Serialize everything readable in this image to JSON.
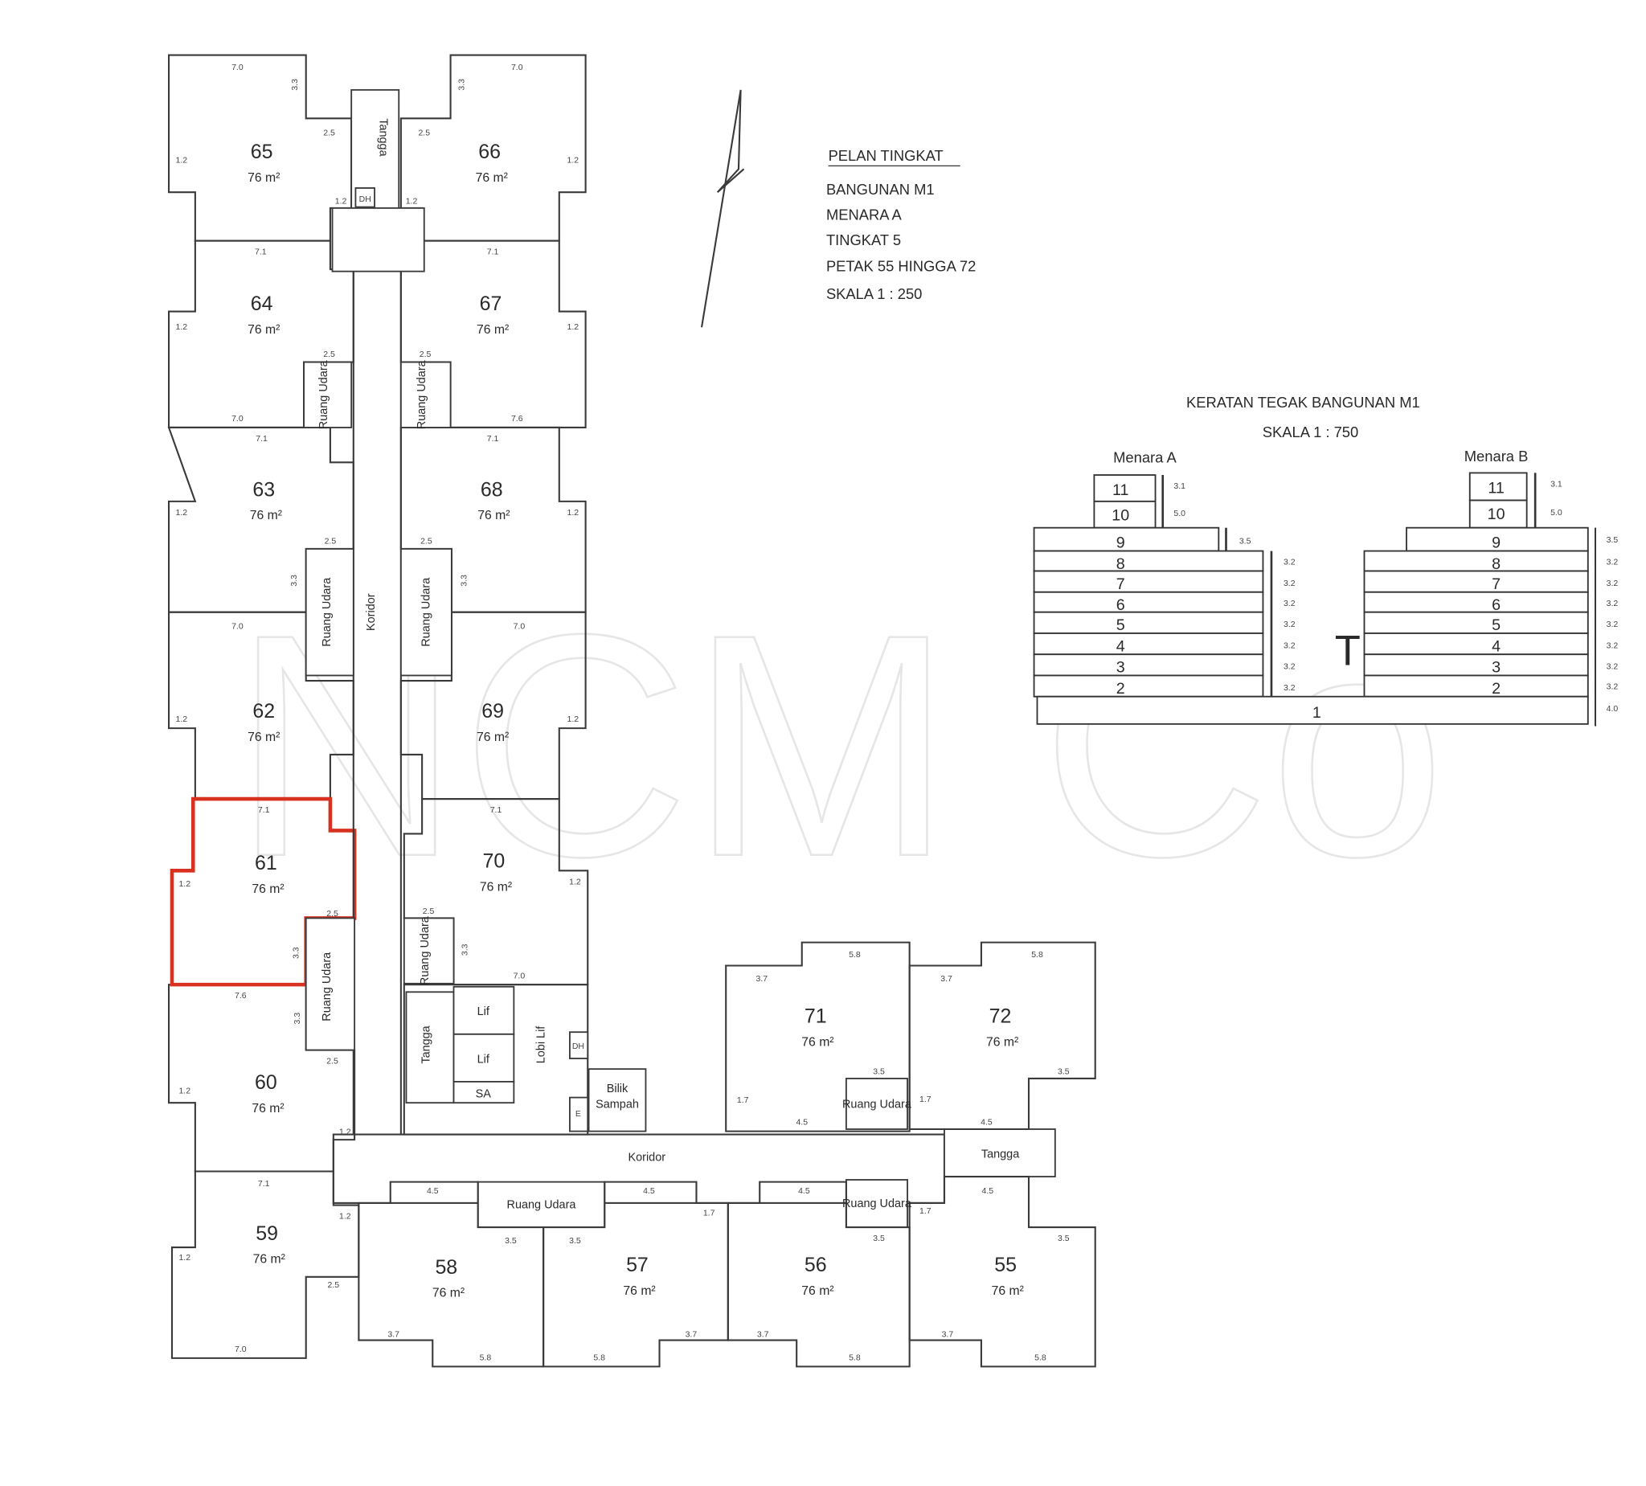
{
  "plan_title": {
    "heading": "PELAN TINGKAT",
    "lines": [
      "BANGUNAN M1",
      "MENARA A",
      "TINGKAT 5",
      "PETAK 55 HINGGA 72",
      "SKALA 1 : 250"
    ]
  },
  "section_title": {
    "heading": "KERATAN TEGAK BANGUNAN M1",
    "scale": "SKALA 1 : 750",
    "tower_a": "Menara A",
    "tower_b": "Menara B"
  },
  "section": {
    "tower_a_floors": [
      "11",
      "10",
      "9",
      "8",
      "7",
      "6",
      "5",
      "4",
      "3",
      "2"
    ],
    "tower_a_heights": [
      "3.1",
      "5.0",
      "3.5",
      "3.2",
      "3.2",
      "3.2",
      "3.2",
      "3.2",
      "3.2",
      "3.2"
    ],
    "tower_b_floors": [
      "11",
      "10",
      "9",
      "8",
      "7",
      "6",
      "5",
      "4",
      "3",
      "2"
    ],
    "tower_b_heights": [
      "3.1",
      "5.0",
      "3.5",
      "3.2",
      "3.2",
      "3.2",
      "3.2",
      "3.2",
      "3.2",
      "3.2",
      "4.0"
    ],
    "ground_floor": "1"
  },
  "units": {
    "u55": "55",
    "u56": "56",
    "u57": "57",
    "u58": "58",
    "u59": "59",
    "u60": "60",
    "u61": "61",
    "u62": "62",
    "u63": "63",
    "u64": "64",
    "u65": "65",
    "u66": "66",
    "u67": "67",
    "u68": "68",
    "u69": "69",
    "u70": "70",
    "u71": "71",
    "u72": "72",
    "area": "76 m²"
  },
  "highlighted_unit": "61",
  "highlight_color": "#d9311f",
  "labels": {
    "tangga": "Tangga",
    "koridor": "Koridor",
    "ruang_udara": "Ruang Udara",
    "lif": "Lif",
    "lobi_lif": "Lobi Lif",
    "sa": "SA",
    "dh": "DH",
    "bilik_sampah_1": "Bilik",
    "bilik_sampah_2": "Sampah",
    "e": "E"
  },
  "dims": [
    "7.0",
    "3.3",
    "2.5",
    "4.5",
    "1.2",
    "3.7",
    "5.8",
    "7.1",
    "1.7",
    "3.5",
    "7.6",
    "3.2"
  ],
  "watermark": "NCM Co",
  "watermark_tm": "TM"
}
